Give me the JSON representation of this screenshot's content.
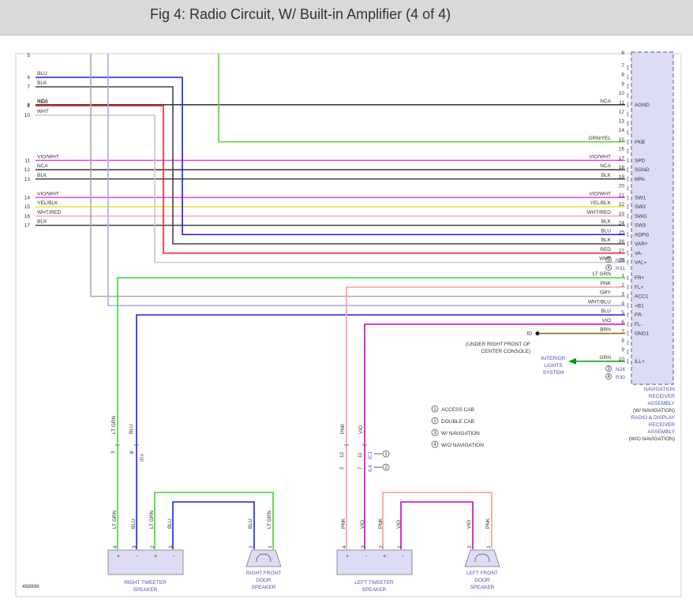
{
  "title": "Fig 4: Radio Circuit, W/ Built-in Amplifier (4 of 4)",
  "figure_id": "458998",
  "colors": {
    "BLU": "#1a1aff",
    "BLK": "#444444",
    "NCA": "#333333",
    "RED": "#ff2222",
    "WHT": "#c8c8c8",
    "GRN/YEL": "#66cc33",
    "VIO/WHT": "#ee44ee",
    "YEL/BLK": "#e6e633",
    "WHT/RED": "#ffaaaa",
    "LT GRN": "#33dd33",
    "PNK": "#ff9999",
    "GRY": "#aaaaaa",
    "WHT/BLU": "#aaaaff",
    "VIO": "#cc00cc",
    "BRN": "#886600",
    "GRN": "#009900",
    "receiver_fill": "#dcdcf4",
    "receiver_border": "#7070a8",
    "link": "#4455bb",
    "speaker_fill": "#dcdcf4"
  },
  "receiver": {
    "upper_pin_top": "6",
    "upper_pins": [
      {
        "pin": "7",
        "label": ""
      },
      {
        "pin": "8",
        "label": ""
      },
      {
        "pin": "9",
        "label": ""
      },
      {
        "pin": "10",
        "label": ""
      },
      {
        "pin": "11",
        "label": "AGND"
      },
      {
        "pin": "12",
        "label": ""
      },
      {
        "pin": "13",
        "label": ""
      },
      {
        "pin": "14",
        "label": ""
      },
      {
        "pin": "15",
        "label": "PKB"
      },
      {
        "pin": "16",
        "label": ""
      },
      {
        "pin": "17",
        "label": "SPD"
      },
      {
        "pin": "18",
        "label": "SGND"
      },
      {
        "pin": "19",
        "label": "MIN-"
      },
      {
        "pin": "20",
        "label": ""
      },
      {
        "pin": "21",
        "label": "SW1"
      },
      {
        "pin": "22",
        "label": "SW2"
      },
      {
        "pin": "23",
        "label": "SWG"
      },
      {
        "pin": "24",
        "label": "SW3"
      },
      {
        "pin": "25",
        "label": "ADPG"
      },
      {
        "pin": "26",
        "label": "VAR+"
      },
      {
        "pin": "27",
        "label": "VA-"
      },
      {
        "pin": "28",
        "label": "VAL+"
      }
    ],
    "upper_connector": [
      {
        "num": "3",
        "code": "N25"
      },
      {
        "num": "4",
        "code": "R31"
      }
    ],
    "lower_pins": [
      {
        "pin": "1",
        "label": "FR+"
      },
      {
        "pin": "2",
        "label": "FL+"
      },
      {
        "pin": "3",
        "label": "ACC1"
      },
      {
        "pin": "4",
        "label": "+B1"
      },
      {
        "pin": "5",
        "label": "FR-"
      },
      {
        "pin": "6",
        "label": "FL-"
      },
      {
        "pin": "7",
        "label": "GND1"
      },
      {
        "pin": "8",
        "label": ""
      },
      {
        "pin": "9",
        "label": ""
      },
      {
        "pin": "10",
        "label": "ILL+"
      }
    ],
    "lower_connector": [
      {
        "num": "3",
        "code": "N24"
      },
      {
        "num": "4",
        "code": "R30"
      }
    ],
    "caption": [
      "NAVIGATION",
      "RECEIVER",
      "ASSEMBLY",
      "(W/ NAVIGATION)",
      "RADIO & DISPLAY",
      "RECEIVER",
      "ASSEMBLY",
      "(W/O NAVIGATION)"
    ]
  },
  "left_pins": [
    {
      "pin": "6",
      "label": "BLU"
    },
    {
      "pin": "7",
      "label": "BLK"
    },
    {
      "pin": "8",
      "label": "NCA"
    },
    {
      "pin": "9",
      "label": "RED"
    },
    {
      "pin": "10",
      "label": "WHT"
    },
    {
      "pin": "11",
      "label": "VIO/WHT"
    },
    {
      "pin": "12",
      "label": "NCA"
    },
    {
      "pin": "13",
      "label": "BLK"
    },
    {
      "pin": "14",
      "label": "VIO/WHT"
    },
    {
      "pin": "15",
      "label": "YEL/BLK"
    },
    {
      "pin": "16",
      "label": "WHT/RED"
    },
    {
      "pin": "17",
      "label": "BLK"
    }
  ],
  "wire_labels_right": [
    {
      "pin": "11",
      "label": "NCA"
    },
    {
      "pin": "15",
      "label": "GRN/YEL"
    },
    {
      "pin": "17",
      "label": "VIO/WHT"
    },
    {
      "pin": "18",
      "label": "NCA"
    },
    {
      "pin": "19",
      "label": "BLK"
    },
    {
      "pin": "21",
      "label": "VIO/WHT"
    },
    {
      "pin": "22",
      "label": "YEL/BLK"
    },
    {
      "pin": "23",
      "label": "WHT/RED"
    },
    {
      "pin": "24",
      "label": "BLK"
    },
    {
      "pin": "25",
      "label": "BLU"
    },
    {
      "pin": "26",
      "label": "BLK"
    },
    {
      "pin": "27",
      "label": "RED"
    },
    {
      "pin": "28",
      "label": "WHT"
    },
    {
      "pin": "1",
      "label": "LT GRN"
    },
    {
      "pin": "2",
      "label": "PNK"
    },
    {
      "pin": "3",
      "label": "GRY"
    },
    {
      "pin": "4",
      "label": "WHT/BLU"
    },
    {
      "pin": "5",
      "label": "BLU"
    },
    {
      "pin": "6",
      "label": "VIO"
    },
    {
      "pin": "7",
      "label": "BRN"
    },
    {
      "pin": "10",
      "label": "GRN"
    }
  ],
  "ground": {
    "id": "ID",
    "caption": [
      "(UNDER RIGHT FRONT OF",
      "CENTER CONSOLE)"
    ]
  },
  "interior_lights": [
    "INTERIOR",
    "LIGHTS",
    "SYSTEM"
  ],
  "legend": [
    {
      "num": "1",
      "text": "ACCESS CAB"
    },
    {
      "num": "2",
      "text": "DOUBLE CAB"
    },
    {
      "num": "3",
      "text": "W/ NAVIGATION"
    },
    {
      "num": "4",
      "text": "W/O NAVIGATION"
    }
  ],
  "right_inline": {
    "wire_top": [
      "LT GRN",
      "BLU"
    ],
    "pins_a": [
      "3",
      "8"
    ],
    "code": "IR4"
  },
  "left_inline": {
    "wire_top": [
      "PNK",
      "VIO"
    ],
    "pins_a": [
      "12",
      "11"
    ],
    "pins_b": [
      "2",
      "7"
    ],
    "code_a": "IC1",
    "code_b": "IL4",
    "callouts": [
      "1",
      "2"
    ]
  },
  "right_tweeter": {
    "pins": [
      "4",
      "3",
      "2",
      "1"
    ],
    "wires": [
      "LT GRN",
      "BLU",
      "LT GRN",
      "BLU"
    ],
    "signs": [
      "+",
      "-",
      "+",
      "-"
    ],
    "caption": [
      "RIGHT TWEETER",
      "SPEAKER"
    ]
  },
  "right_door": {
    "pins": [
      "2",
      "1"
    ],
    "wires": [
      "BLU",
      "LT GRN"
    ],
    "caption": [
      "RIGHT FRONT",
      "DOOR",
      "SPEAKER"
    ]
  },
  "left_tweeter": {
    "pins": [
      "4",
      "3",
      "2",
      "1"
    ],
    "wires": [
      "PNK",
      "VIO",
      "PNK",
      "VIO"
    ],
    "signs": [
      "+",
      "-",
      "+",
      "-"
    ],
    "caption": [
      "LEFT TWEETER",
      "SPEAKER"
    ]
  },
  "left_door": {
    "pins": [
      "2",
      "1"
    ],
    "wires": [
      "VIO",
      "PNK"
    ],
    "caption": [
      "LEFT FRONT",
      "DOOR",
      "SPEAKER"
    ]
  }
}
